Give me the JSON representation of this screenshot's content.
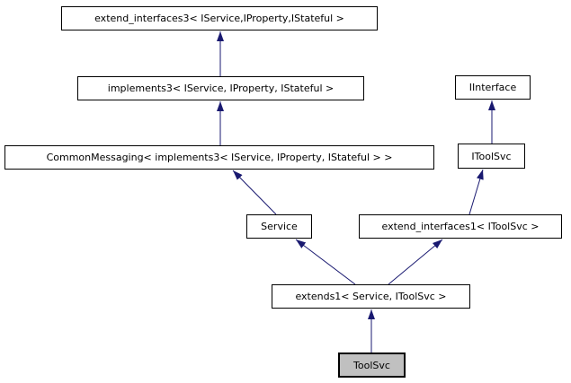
{
  "diagram": {
    "type": "class-inheritance-graph",
    "background_color": "#ffffff",
    "node_border_color": "#000000",
    "node_fill_color": "#ffffff",
    "current_node_fill_color": "#c0c0c0",
    "edge_color": "#191970",
    "text_color": "#000000",
    "nodes": [
      {
        "label": "extend_interfaces3< IService,IProperty,IStateful >"
      },
      {
        "label": "implements3< IService, IProperty, IStateful >"
      },
      {
        "label": "CommonMessaging< implements3< IService, IProperty, IStateful > >"
      },
      {
        "label": "IInterface"
      },
      {
        "label": "IToolSvc"
      },
      {
        "label": "Service"
      },
      {
        "label": "extend_interfaces1< IToolSvc >"
      },
      {
        "label": "extends1< Service, IToolSvc >"
      },
      {
        "label": "ToolSvc",
        "current": true
      }
    ],
    "edges": [
      {
        "from": "implements3< IService, IProperty, IStateful >",
        "to": "extend_interfaces3< IService,IProperty,IStateful >"
      },
      {
        "from": "CommonMessaging< implements3< IService, IProperty, IStateful > >",
        "to": "implements3< IService, IProperty, IStateful >"
      },
      {
        "from": "Service",
        "to": "CommonMessaging< implements3< IService, IProperty, IStateful > >"
      },
      {
        "from": "IToolSvc",
        "to": "IInterface"
      },
      {
        "from": "extend_interfaces1< IToolSvc >",
        "to": "IToolSvc"
      },
      {
        "from": "extends1< Service, IToolSvc >",
        "to": "Service"
      },
      {
        "from": "extends1< Service, IToolSvc >",
        "to": "extend_interfaces1< IToolSvc >"
      },
      {
        "from": "ToolSvc",
        "to": "extends1< Service, IToolSvc >"
      }
    ]
  }
}
